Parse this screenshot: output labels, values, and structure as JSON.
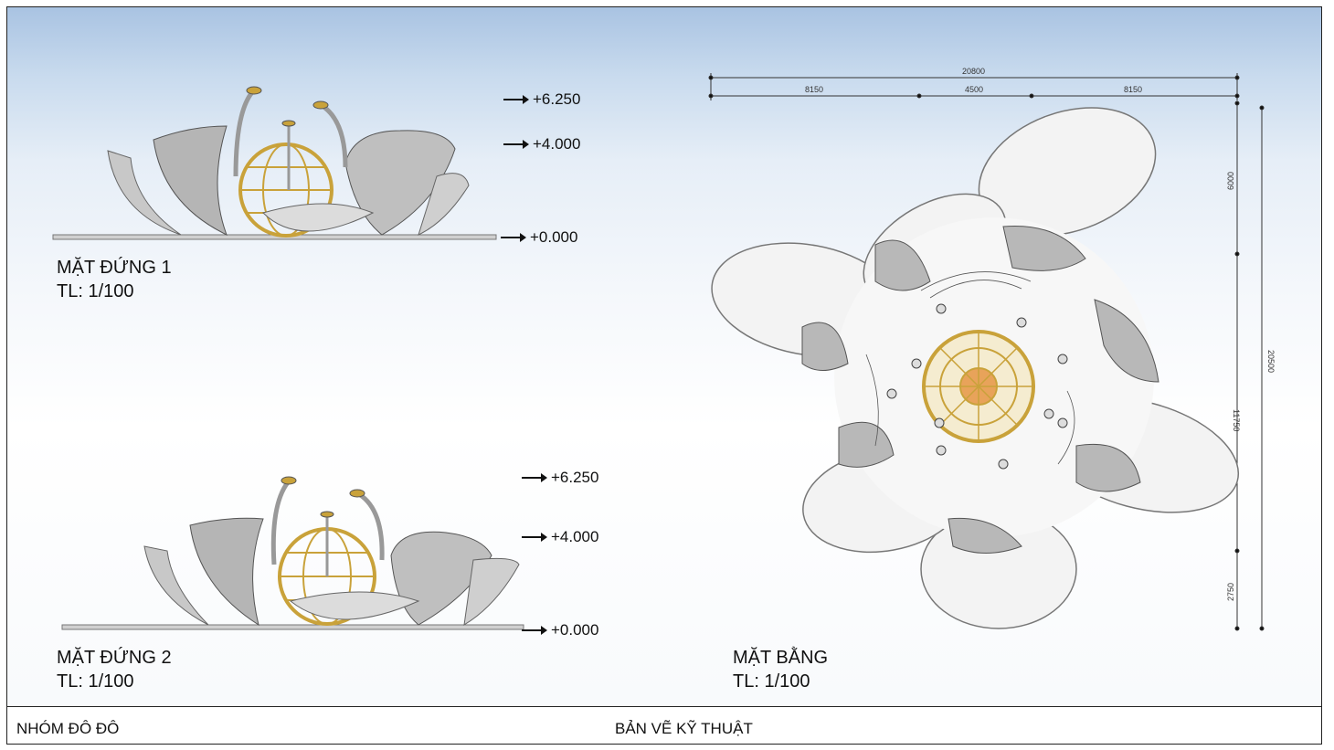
{
  "drawings": {
    "elevation1": {
      "title": "MẶT ĐỨNG 1",
      "scale": "TL: 1/100",
      "levels": [
        "+6.250",
        "+4.000",
        "+0.000"
      ]
    },
    "elevation2": {
      "title": "MẶT ĐỨNG 2",
      "scale": "TL: 1/100",
      "levels": [
        "+6.250",
        "+4.000",
        "+0.000"
      ]
    },
    "plan": {
      "title": "MẶT BẰNG",
      "scale": "TL: 1/100",
      "dims_top": {
        "total": "20800",
        "left": "8150",
        "middle": "4500",
        "right": "8150"
      },
      "dims_side": {
        "total": "20500",
        "top": "6000",
        "middle": "11750",
        "bottom": "2750"
      }
    }
  },
  "footer": {
    "group": "NHÓM ĐÔ ĐÔ",
    "sheet_title": "BẢN VẼ KỸ THUẬT"
  },
  "colors": {
    "frame": "#222222",
    "sky": "#a9c3e2",
    "steel": "#9a9a9a",
    "gold": "#c9a23a"
  }
}
